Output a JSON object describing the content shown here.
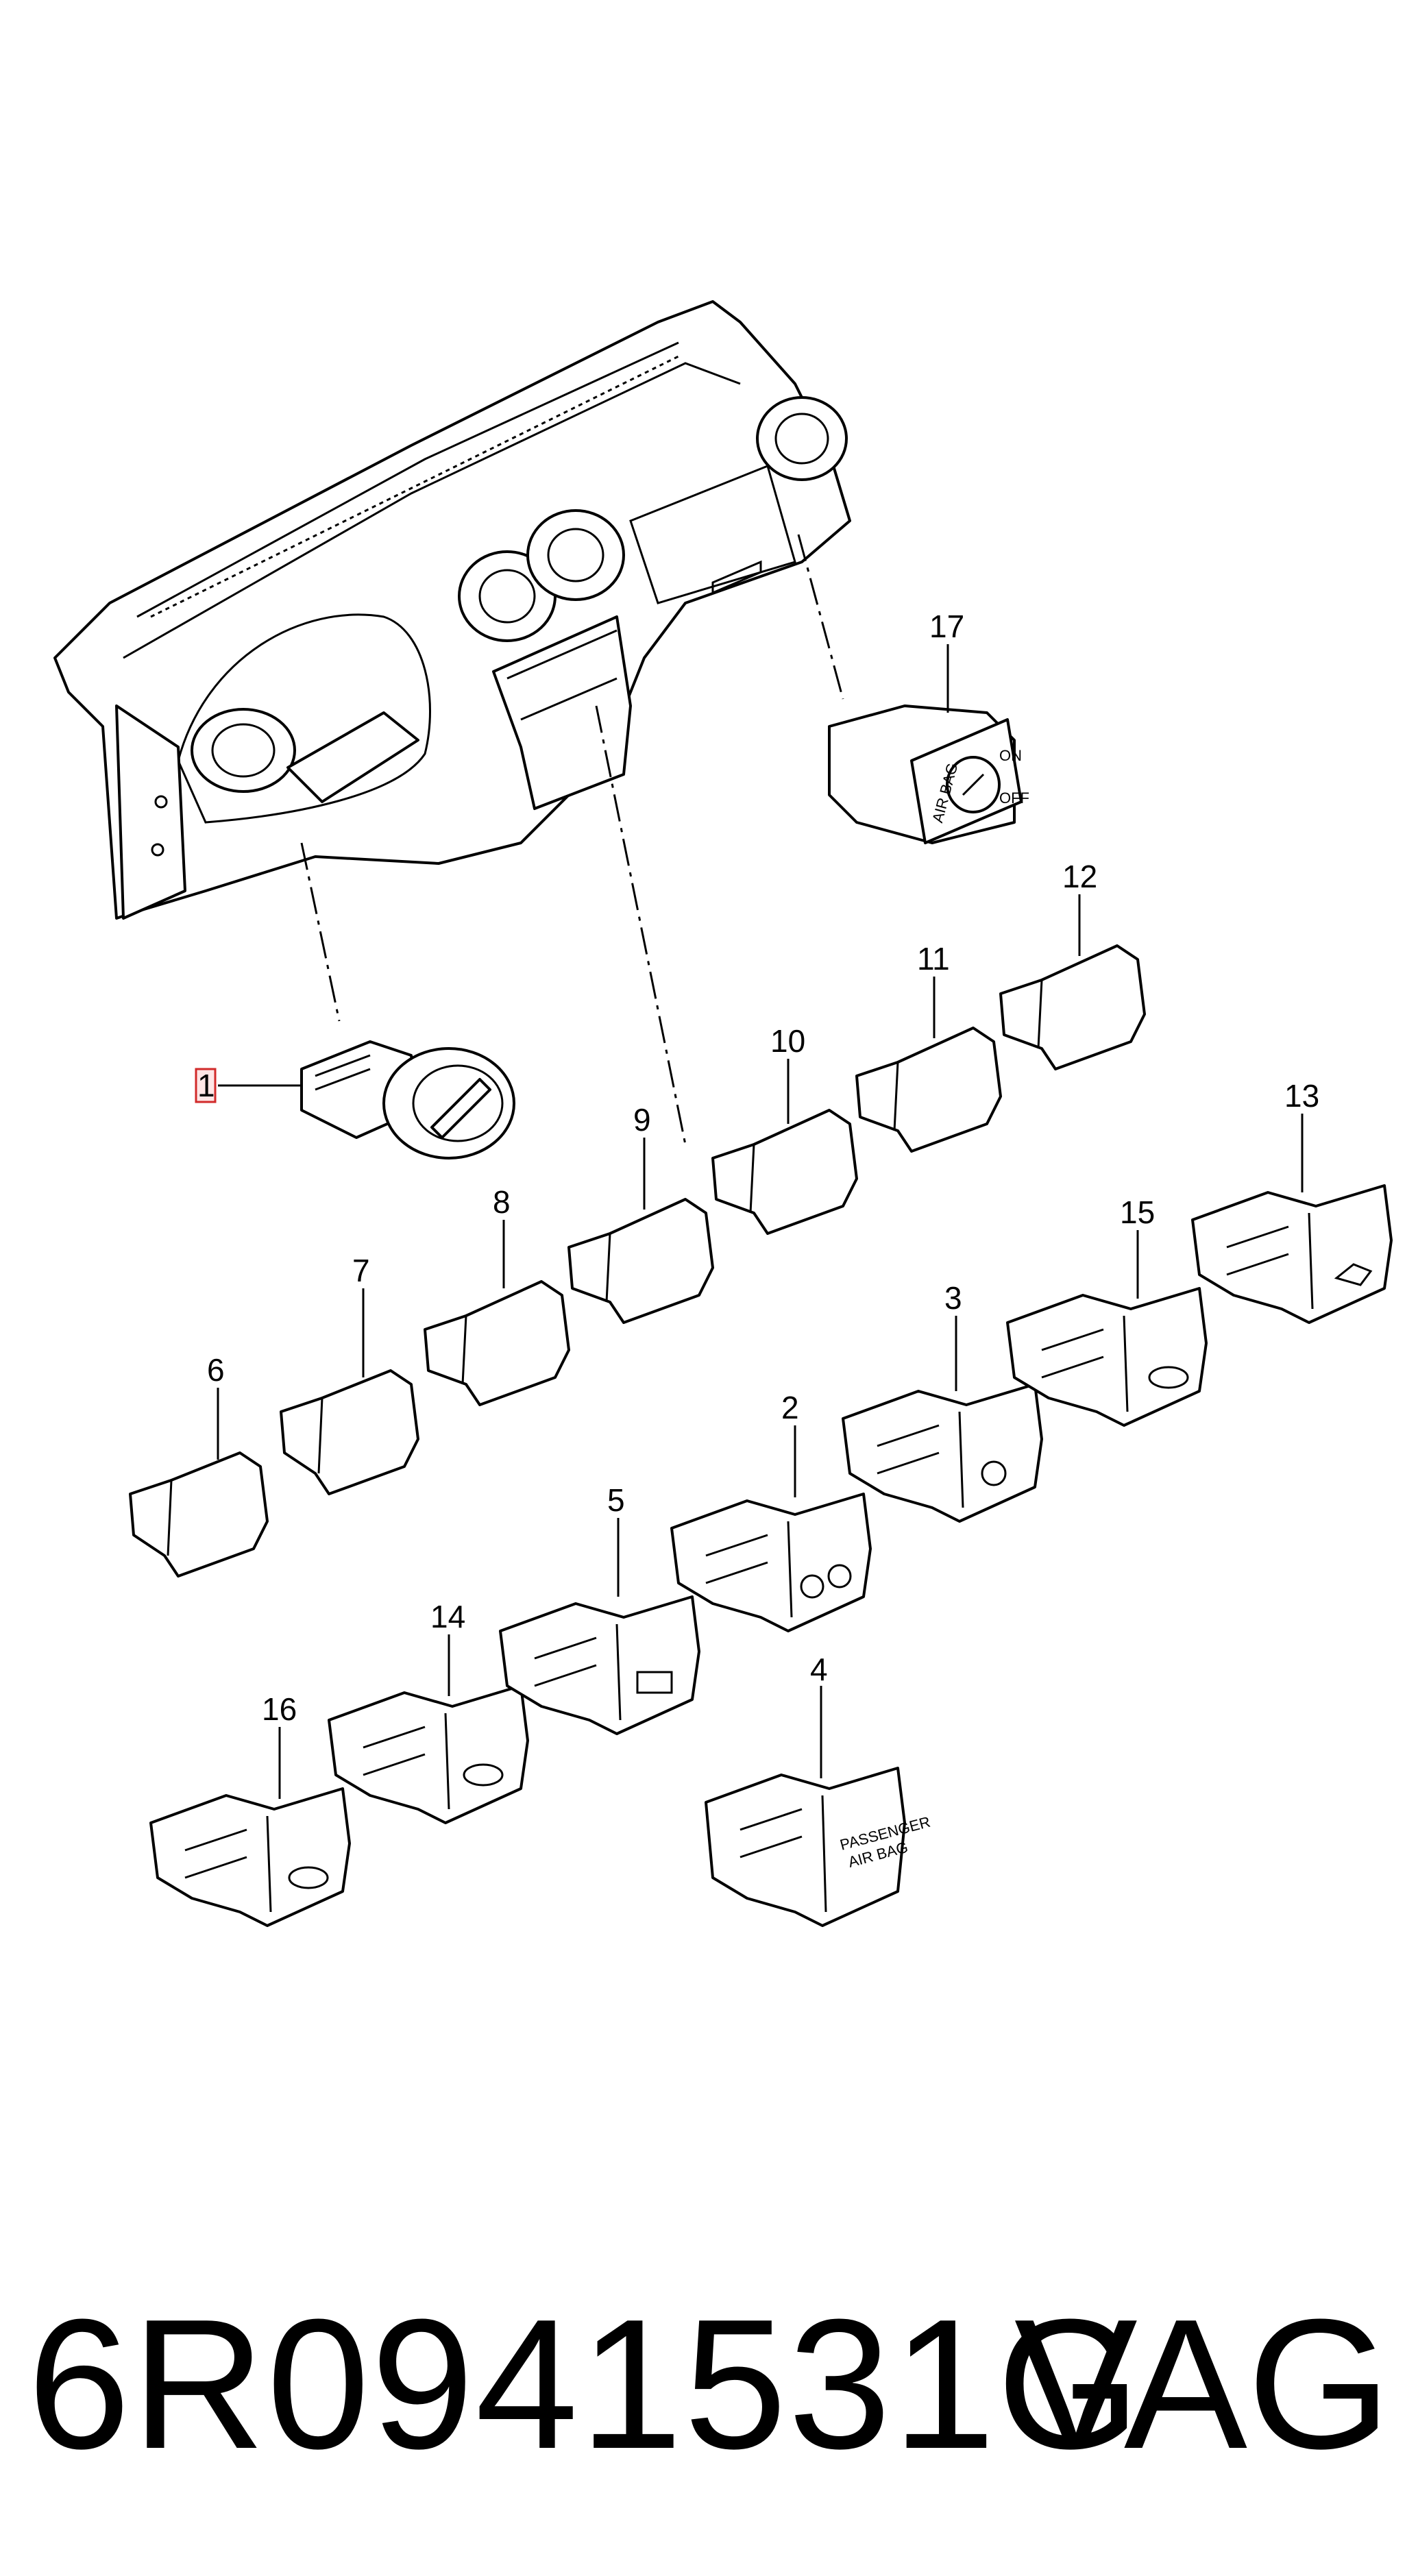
{
  "callouts": {
    "c1": "1",
    "c2": "2",
    "c3": "3",
    "c4": "4",
    "c5": "5",
    "c6": "6",
    "c7": "7",
    "c8": "8",
    "c9": "9",
    "c10": "10",
    "c11": "11",
    "c12": "12",
    "c13": "13",
    "c14": "14",
    "c15": "15",
    "c16": "16",
    "c17": "17"
  },
  "switch_labels": {
    "passenger_airbag_line1": "PASSENGER",
    "passenger_airbag_line2": "AIR BAG",
    "airbag_switch_on": "ON",
    "airbag_switch_off": "OFF",
    "airbag_switch_side": "AIR BAG"
  },
  "highlighted_callout": "1",
  "footer": {
    "part_number": "6R0941531G",
    "brand": "VAG"
  },
  "colors": {
    "line": "#000000",
    "highlight_border": "#d12a2a",
    "highlight_fill": "#ffe6e6"
  }
}
